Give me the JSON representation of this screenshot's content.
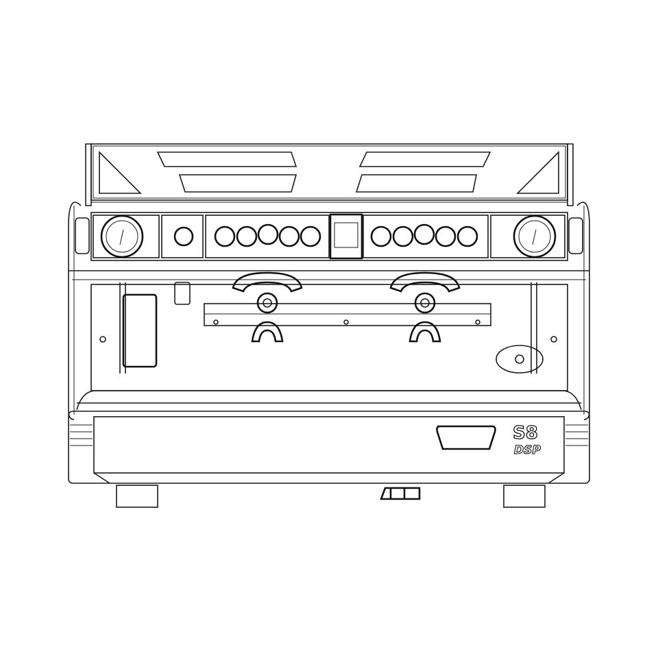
{
  "drawing": {
    "subject": "espresso-machine-front-view",
    "line_color": "#1a1a1a",
    "background": "#ffffff",
    "logo": {
      "model": "S8",
      "variant": "DSP"
    },
    "control_panels": [
      {
        "buttons": 5
      },
      {
        "buttons": 5
      }
    ],
    "gauges": 2,
    "group_heads": 2
  }
}
